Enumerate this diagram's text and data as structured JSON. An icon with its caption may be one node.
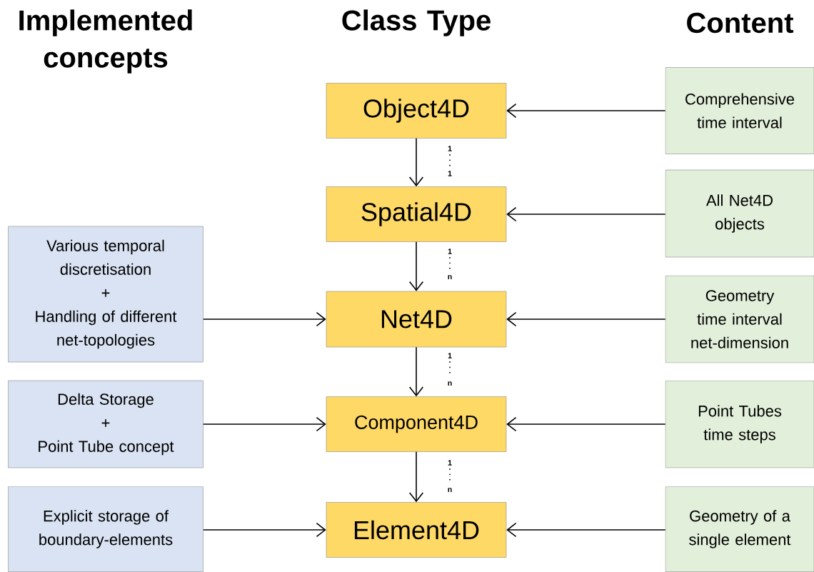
{
  "diagram": {
    "nodes": [
      {
        "text": [
          "Object4D"
        ]
      },
      {
        "text": [
          "Spatial4D"
        ]
      },
      {
        "text": [
          "Net4D"
        ]
      },
      {
        "text": [
          "Component4D"
        ]
      },
      {
        "text": [
          "Element4D"
        ]
      },
      {
        "text": [
          "Comprehensive time interval"
        ]
      },
      {
        "text": [
          "All Net4D objects"
        ]
      },
      {
        "text": [
          "Geometry",
          "time interval",
          "net-dimension"
        ]
      },
      {
        "text": [
          "Point Tubes",
          "time steps"
        ]
      },
      {
        "text": [
          "Geometry of a single element"
        ]
      },
      {
        "text": [
          "Various temporal discretisation",
          "+",
          "Handling of different net-topologies"
        ]
      },
      {
        "text": [
          "Delta Storage",
          "+",
          "Point Tube concept"
        ]
      },
      {
        "text": [
          "Explicit storage of boundary-elements"
        ]
      }
    ],
    "edges": [
      {
        "from": 0,
        "to": 1,
        "arrow": "to"
      },
      {
        "from": 1,
        "to": 2,
        "arrow": "to"
      },
      {
        "from": 2,
        "to": 3,
        "arrow": "to"
      },
      {
        "from": 3,
        "to": 4,
        "arrow": "to"
      },
      {
        "from": 5,
        "to": 0,
        "arrow": "to"
      },
      {
        "from": 6,
        "to": 1,
        "arrow": "to"
      },
      {
        "from": 7,
        "to": 2,
        "arrow": "to"
      },
      {
        "from": 8,
        "to": 3,
        "arrow": "to"
      },
      {
        "from": 9,
        "to": 4,
        "arrow": "to"
      },
      {
        "from": 10,
        "to": 2,
        "arrow": "to"
      },
      {
        "from": 11,
        "to": 3,
        "arrow": "to"
      },
      {
        "from": 12,
        "to": 4,
        "arrow": "to"
      }
    ],
    "labels": [
      "Implemented concepts",
      "Class Type",
      "Content",
      "1",
      "1",
      "1",
      "n",
      "1",
      "n",
      "1",
      "n"
    ]
  }
}
